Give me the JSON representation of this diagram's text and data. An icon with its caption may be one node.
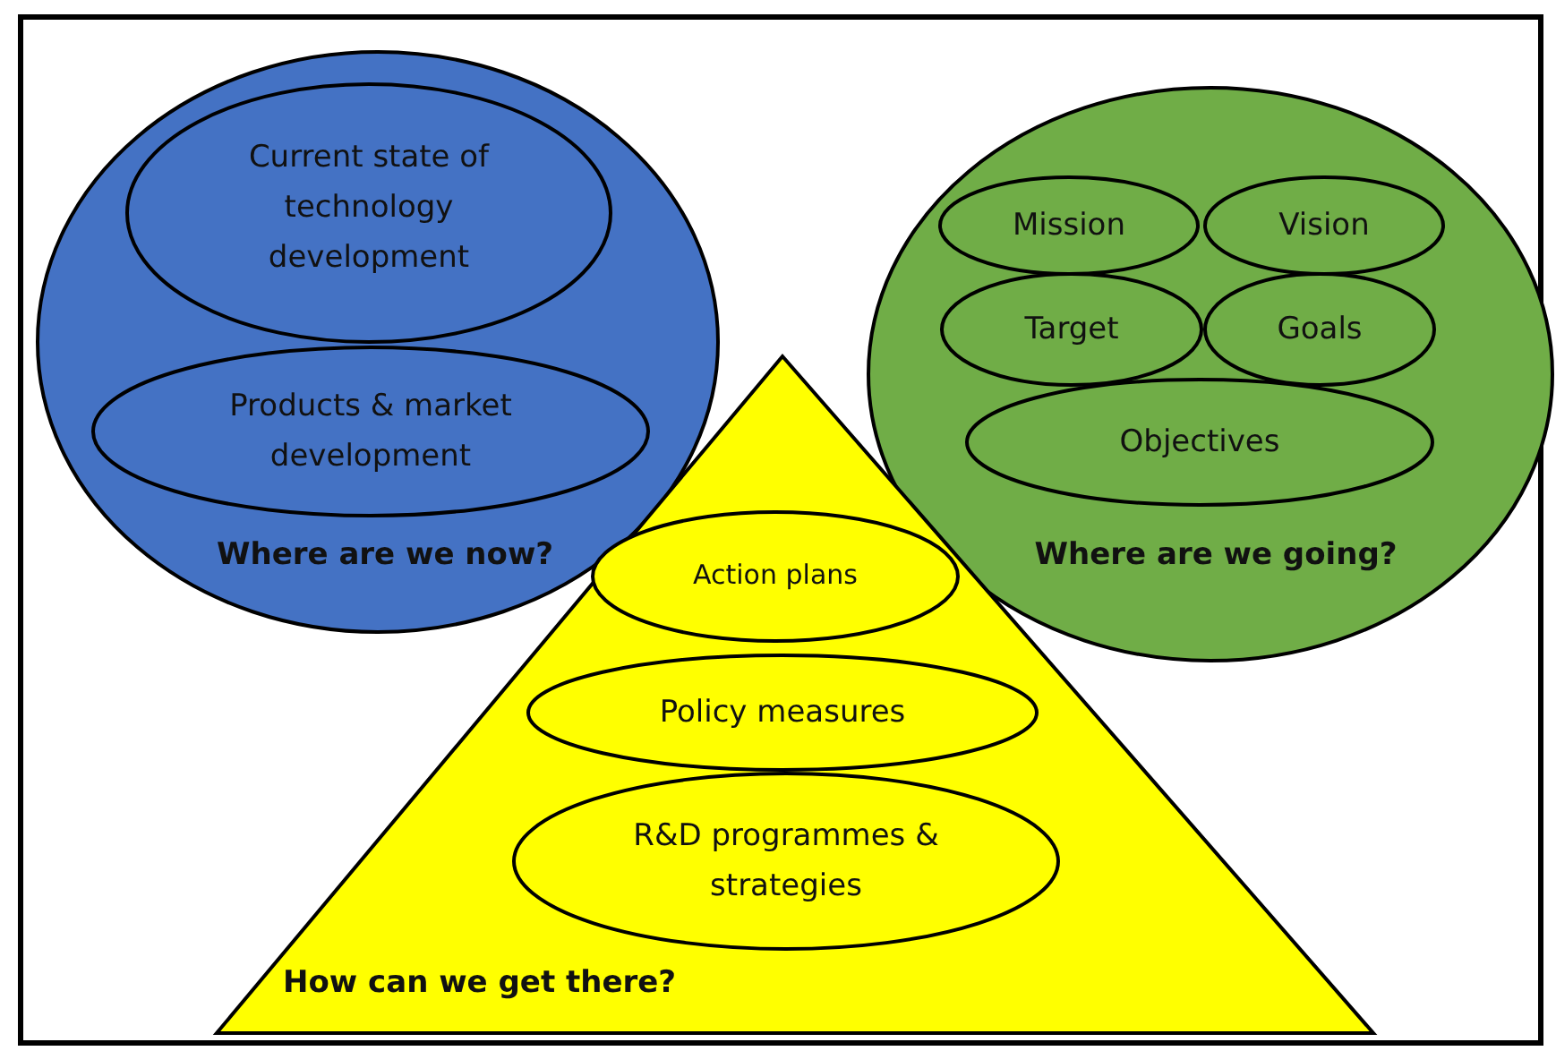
{
  "diagram": {
    "nodes": [
      {
        "text": [
          "Where are we now?"
        ]
      },
      {
        "text": [
          "Current state of technology development"
        ],
        "in": 0
      },
      {
        "text": [
          "Products & market development"
        ],
        "in": 0
      },
      {
        "text": [
          "Where are we going?"
        ]
      },
      {
        "text": [
          "Mission"
        ],
        "in": 3
      },
      {
        "text": [
          "Vision"
        ],
        "in": 3
      },
      {
        "text": [
          "Target"
        ],
        "in": 3
      },
      {
        "text": [
          "Goals"
        ],
        "in": 3
      },
      {
        "text": [
          "Objectives"
        ],
        "in": 3
      },
      {
        "text": [
          "How can we get there?"
        ]
      },
      {
        "text": [
          "Action plans"
        ],
        "in": 9
      },
      {
        "text": [
          "Policy measures"
        ],
        "in": 9
      },
      {
        "text": [
          "R&D programmes & strategies"
        ],
        "in": 9
      }
    ]
  }
}
